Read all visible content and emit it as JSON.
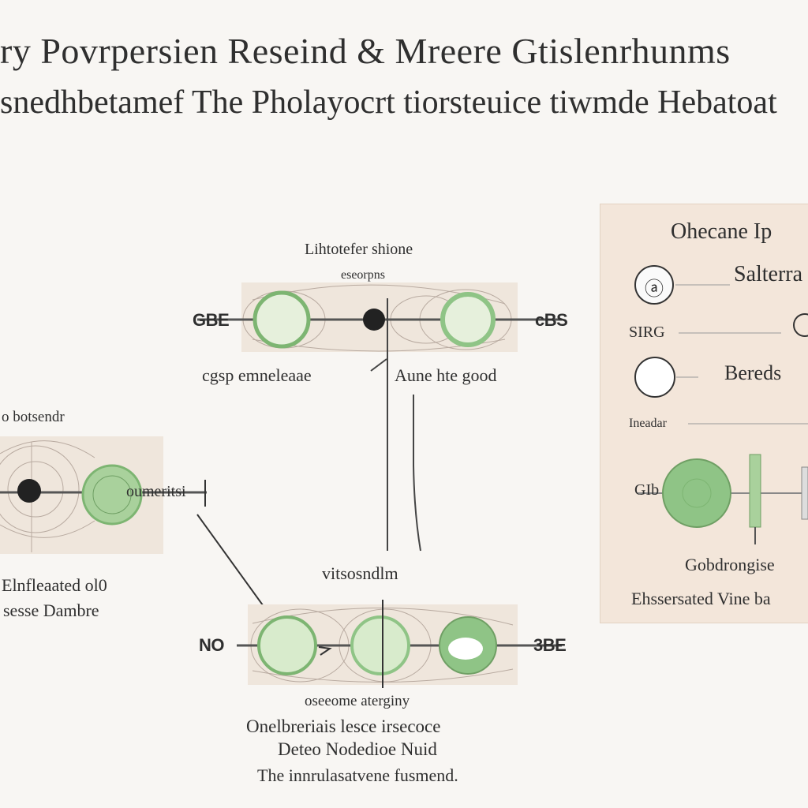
{
  "title": {
    "line1": "ry Povrpersien Reseind & Mreere Gtislenrhunms",
    "line2": "snedhbetamef The Pholayocrt tiorsteuice tiwmde Hebatoat"
  },
  "top_assembly": {
    "caption_top": "Lihtotefer shione",
    "caption_sub": "eseorpns",
    "left_tag": "GBE",
    "right_tag": "cBS",
    "caption_left": "cgsp emneleaae",
    "caption_right": "Aune hte good"
  },
  "left_assembly": {
    "caption_top": "o botsendr",
    "right_tag": "oumeritsi",
    "caption_line1": "Elnfleaated ol0",
    "caption_line2": "sesse Dambre"
  },
  "bottom_assembly": {
    "caption_top": "vitsosndlm",
    "left_tag": "NO",
    "right_tag": "3BE",
    "caption_line1": "oseeome aterginy",
    "caption_line2": "Onelbreriais lesce irsecoce",
    "caption_line3": "Deteo Nodedioe Nuid",
    "caption_line4": "The innrulasatvene fusmend."
  },
  "legend": {
    "title": "Ohecane Ip",
    "row1_label": "Salterra",
    "row1_icon_text": "ⓐ",
    "row2_label": "SIRG",
    "row3_label": "Bereds",
    "row4_label": "Ineadar",
    "row5_left_tag": "GIb",
    "caption_line1": "Gobdrongise",
    "caption_line2": "Ehssersated Vine ba"
  },
  "colors": {
    "background": "#f8f6f3",
    "panel": "#efe6dc",
    "legend_panel": "#f3e6da",
    "green_fill": "#8fc486",
    "green_ring": "#7db572",
    "line": "#555555"
  }
}
